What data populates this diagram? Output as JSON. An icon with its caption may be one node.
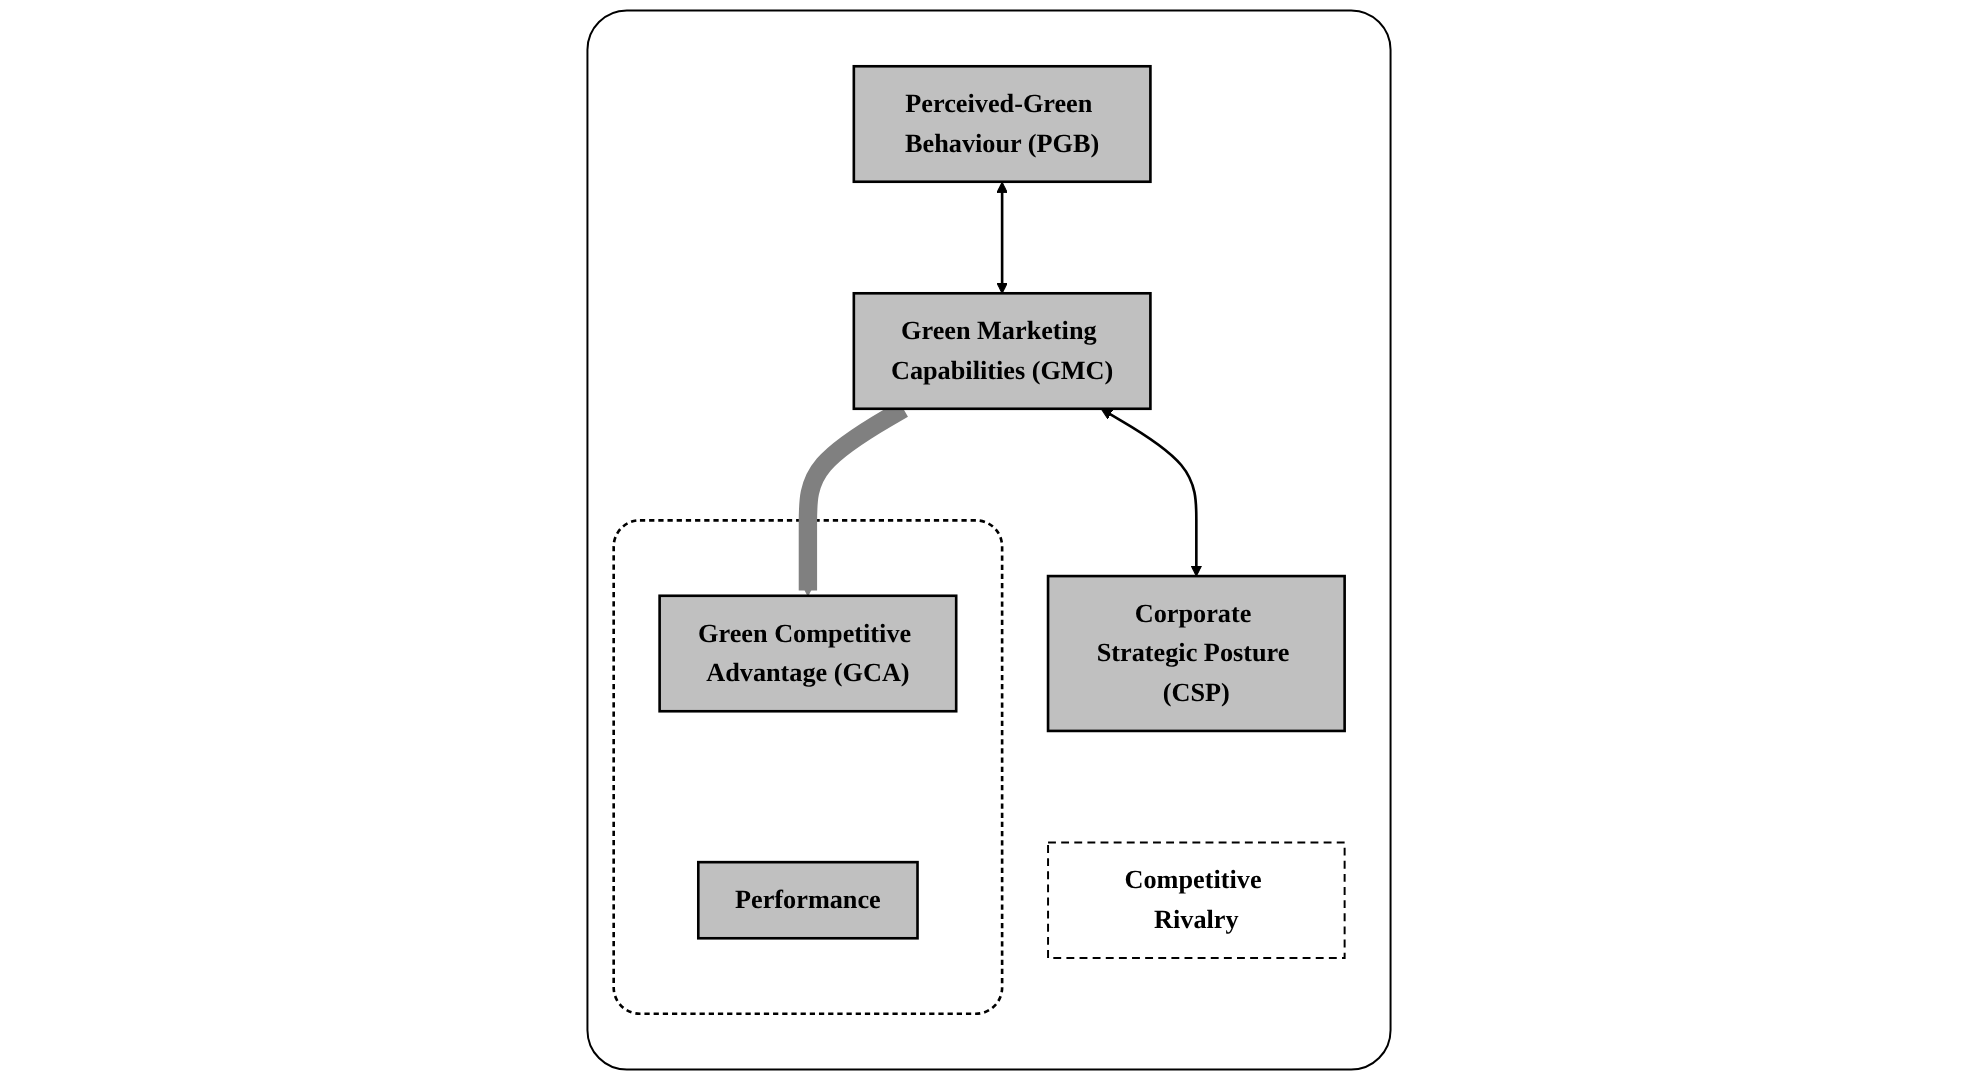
{
  "diagram": {
    "nodes": [
      {
        "text": [],
        "shape": "box"
      },
      {
        "text": [
          "Perceived-Green Behaviour (PGB)"
        ],
        "in": 0
      },
      {
        "text": [
          "Green Marketing Capabilities (GMC)"
        ],
        "in": 0
      },
      {
        "text": [
          "Corporate Strategic Posture (CSP)"
        ],
        "in": 0
      },
      {
        "text": [],
        "shape": "box",
        "in": 0
      },
      {
        "text": [
          "Green Competitive Advantage (GCA)"
        ],
        "in": 4
      },
      {
        "text": [
          "Performance"
        ],
        "in": 4
      },
      {
        "text": [
          "Competitive Rivalry"
        ],
        "in": 0
      }
    ],
    "edges": [
      {
        "from": 1,
        "to": 2,
        "arrow": "both"
      },
      {
        "from": 2,
        "to": 3,
        "arrow": "both"
      },
      {
        "from": 2,
        "to": 5,
        "arrow": "to",
        "style": "thick",
        "color": "#808080"
      }
    ]
  }
}
